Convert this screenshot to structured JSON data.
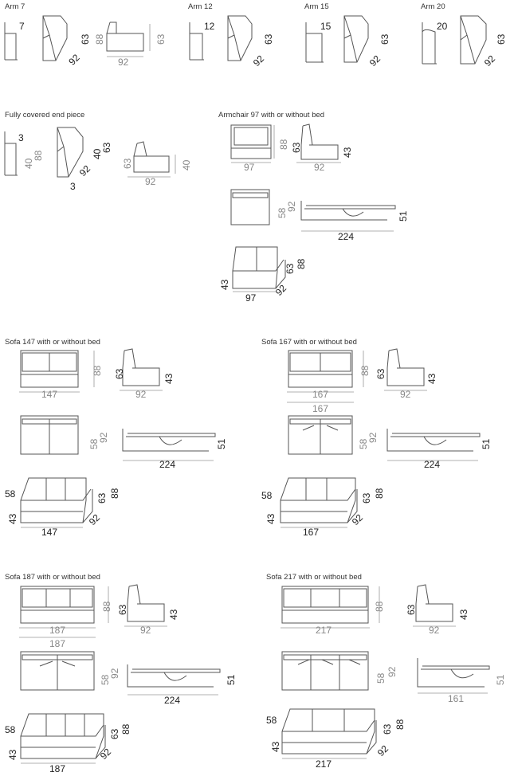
{
  "sections": {
    "arm7": {
      "title": "Arm 7",
      "dims": {
        "thick": "7",
        "h1": "63",
        "h2": "88",
        "d": "92",
        "w": "92",
        "h3": "63"
      }
    },
    "arm12": {
      "title": "Arm 12",
      "dims": {
        "thick": "12",
        "h1": "63",
        "d": "92"
      }
    },
    "arm15": {
      "title": "Arm 15",
      "dims": {
        "thick": "15",
        "h1": "63",
        "d": "92"
      }
    },
    "arm20": {
      "title": "Arm 20",
      "dims": {
        "thick": "20",
        "h1": "63",
        "d": "92"
      }
    },
    "endpiece": {
      "title": "Fully covered end piece",
      "dims": {
        "t": "3",
        "a": "40",
        "b": "88",
        "c": "40",
        "d": "63",
        "e": "92",
        "f": "3",
        "g": "63",
        "w": "92",
        "h": "40"
      }
    },
    "armchair97": {
      "title": "Armchair 97 with or without bed",
      "dims": {
        "w": "97",
        "h": "88",
        "back": "63",
        "seat": "43",
        "d": "92",
        "bed_a": "58",
        "bed_b": "92",
        "bed_len": "224",
        "bed_h": "51",
        "p_back": "63",
        "p_h": "88",
        "p_seat": "43",
        "p_d": "92",
        "p_w": "97"
      }
    },
    "sofa147": {
      "title": "Sofa 147 with or without bed",
      "dims": {
        "w": "147",
        "h": "88",
        "back": "63",
        "seat": "43",
        "d": "92",
        "bed_a": "58",
        "bed_b": "92",
        "bed_len": "224",
        "bed_h": "51",
        "p_arm": "58",
        "p_seat": "43",
        "p_back": "63",
        "p_h": "88",
        "p_d": "92",
        "p_w": "147"
      }
    },
    "sofa167": {
      "title": "Sofa 167 with or without bed",
      "dims": {
        "w": "167",
        "h": "88",
        "back": "63",
        "seat": "43",
        "d": "92",
        "w2": "167",
        "bed_a": "58",
        "bed_b": "92",
        "bed_len": "224",
        "bed_h": "51",
        "p_arm": "58",
        "p_seat": "43",
        "p_back": "63",
        "p_h": "88",
        "p_d": "92",
        "p_w": "167"
      }
    },
    "sofa187": {
      "title": "Sofa 187 with or without bed",
      "dims": {
        "w": "187",
        "h": "88",
        "back": "63",
        "seat": "43",
        "d": "92",
        "w2": "187",
        "bed_a": "58",
        "bed_b": "92",
        "bed_len": "224",
        "bed_h": "51",
        "p_arm": "58",
        "p_seat": "43",
        "p_back": "63",
        "p_h": "88",
        "p_d": "92",
        "p_w": "187"
      }
    },
    "sofa217": {
      "title": "Sofa 217 with or without bed",
      "dims": {
        "w": "217",
        "h": "88",
        "back": "63",
        "seat": "43",
        "d": "92",
        "bed_a": "58",
        "bed_b": "92",
        "bed_len": "161",
        "bed_h": "51",
        "p_arm": "58",
        "p_seat": "43",
        "p_back": "63",
        "p_h": "88",
        "p_d": "92",
        "p_w": "217"
      }
    }
  }
}
